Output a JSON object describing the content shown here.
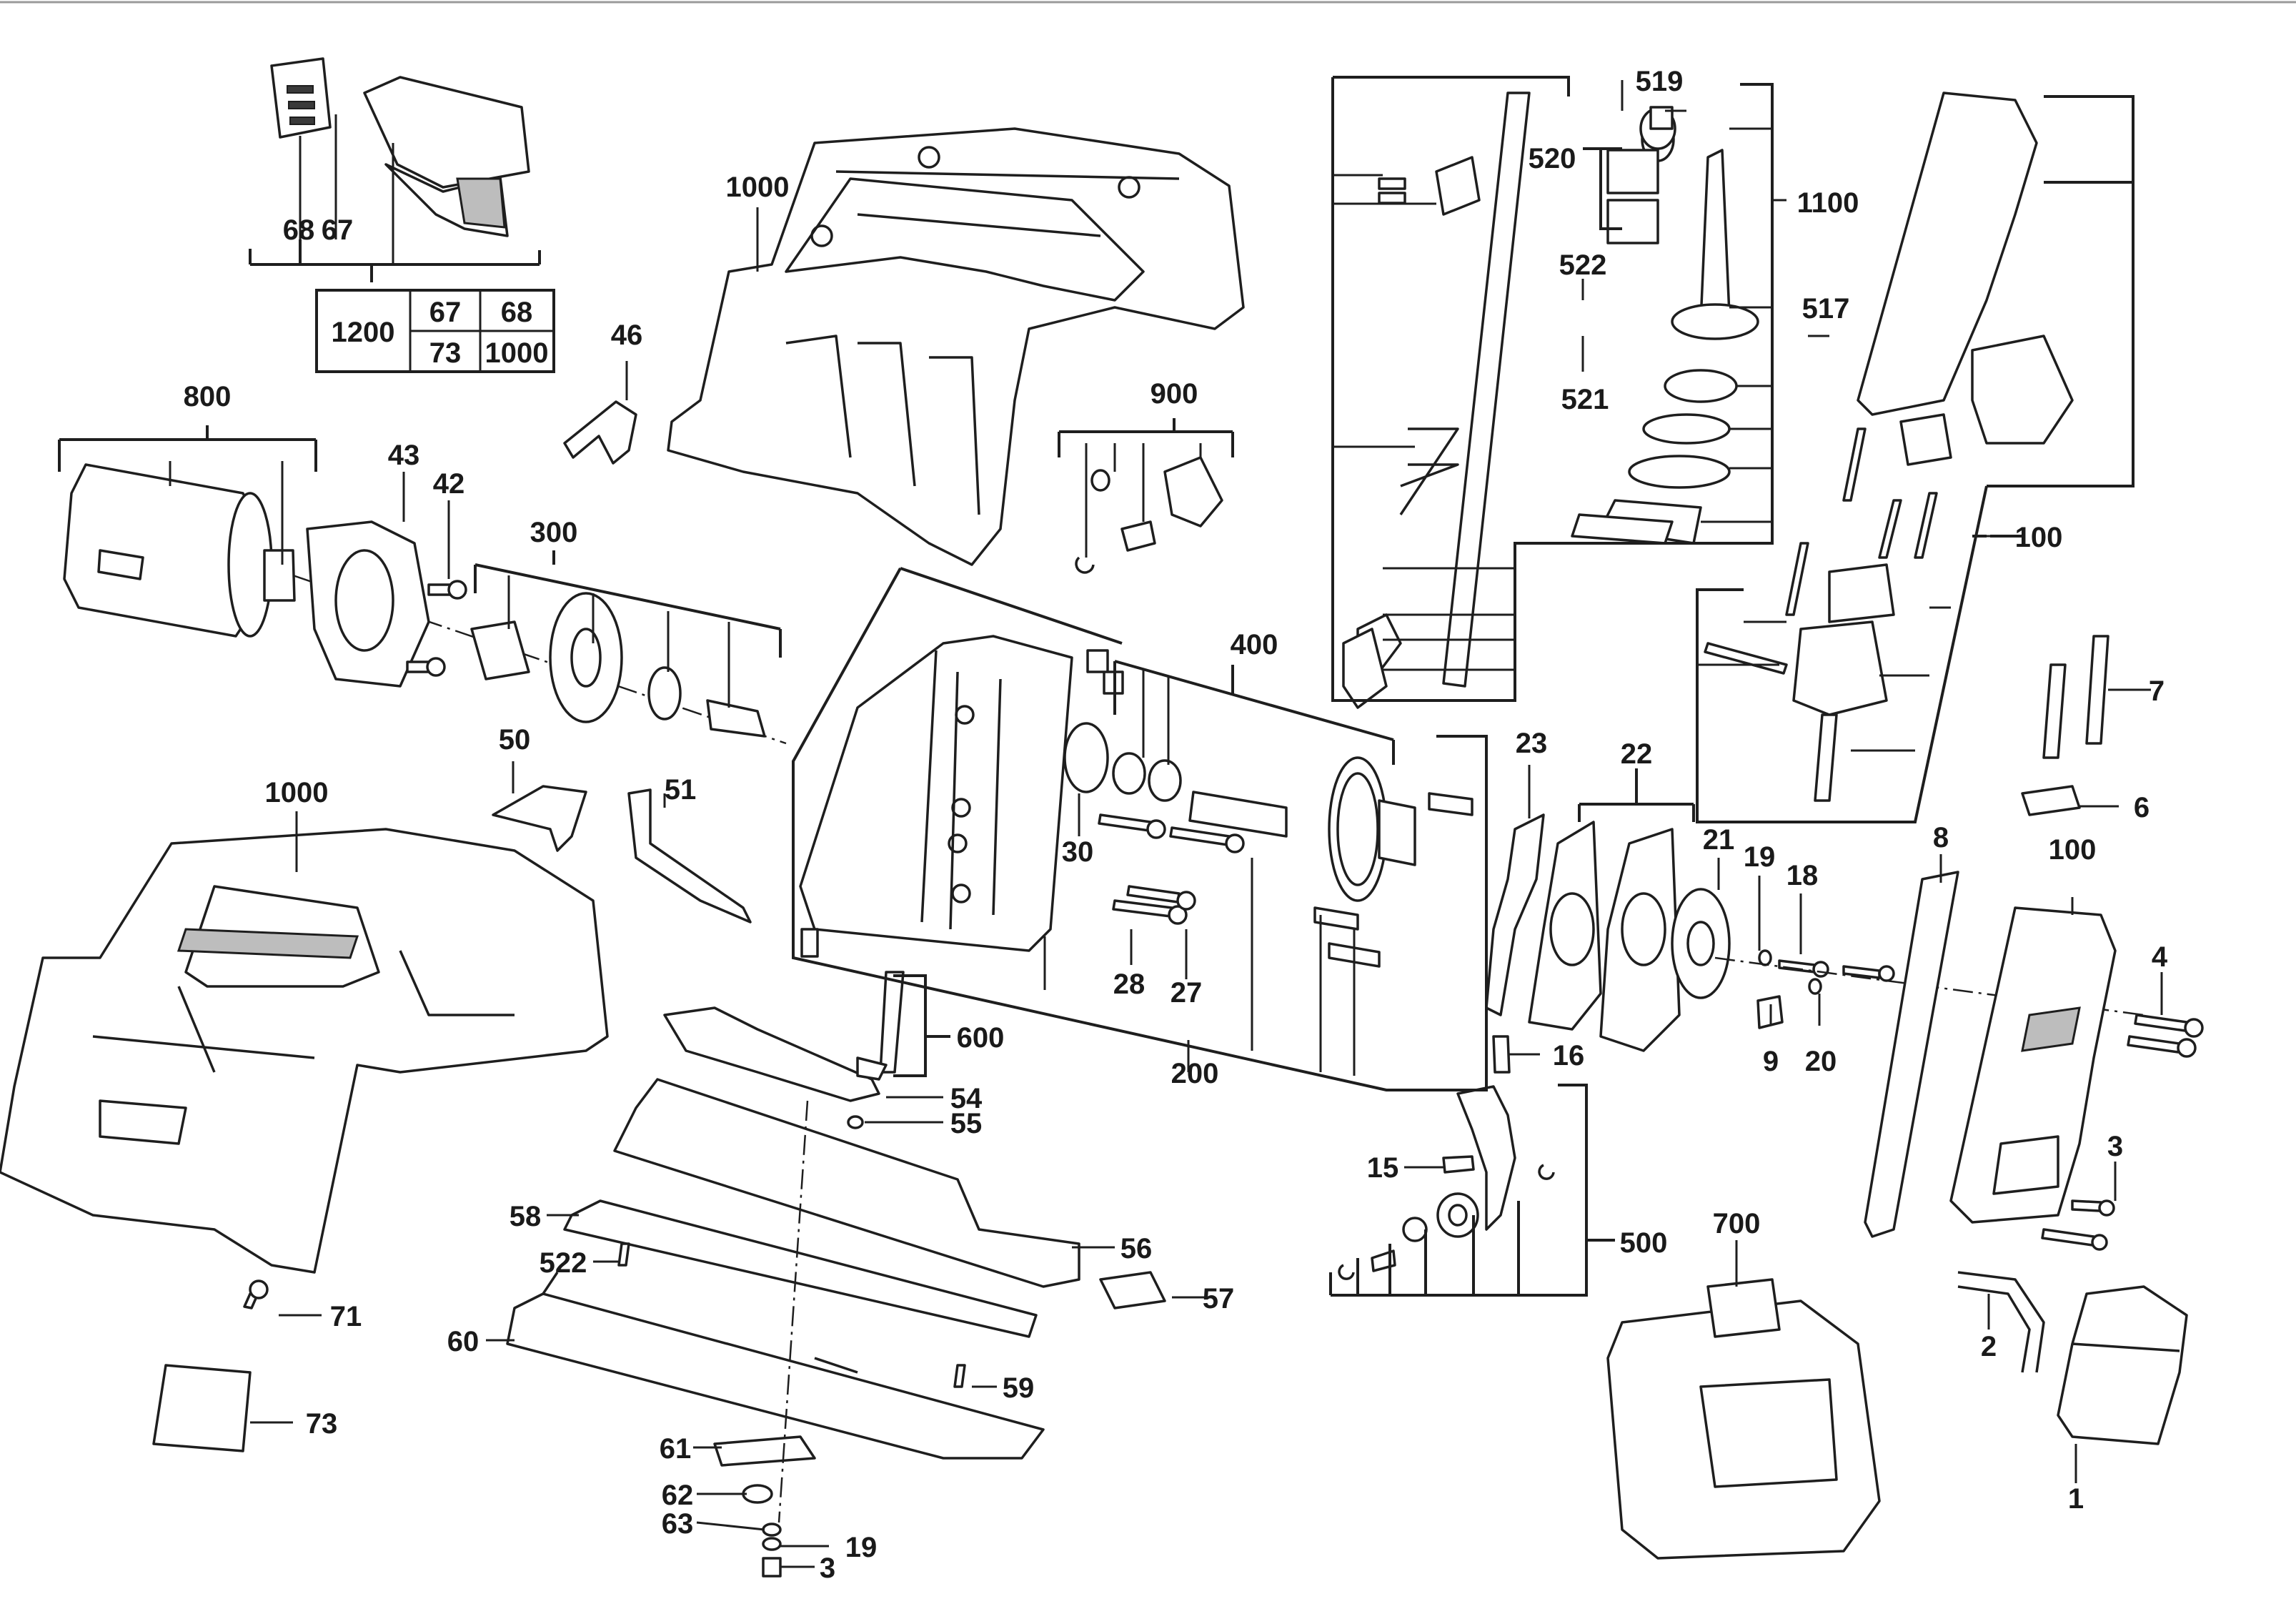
{
  "labels": {
    "p68": "68",
    "p67": "67",
    "p1000_top": "1000",
    "p46": "46",
    "p800": "800",
    "p43": "43",
    "p42": "42",
    "p300": "300",
    "p900": "900",
    "p400": "400",
    "p50": "50",
    "p51": "51",
    "p1000_lower": "1000",
    "p30": "30",
    "p28": "28",
    "p27": "27",
    "p200": "200",
    "p23": "23",
    "p22": "22",
    "p21": "21",
    "p19": "19",
    "p18": "18",
    "p9": "9",
    "p20": "20",
    "p16": "16",
    "p15": "15",
    "p500": "500",
    "p519": "519",
    "p520": "520",
    "p1100": "1100",
    "p522_top": "522",
    "p521": "521",
    "p517": "517",
    "p100_mid": "100",
    "p7": "7",
    "p6": "6",
    "p8": "8",
    "p100_bottom": "100",
    "p4": "4",
    "p3": "3",
    "p2": "2",
    "p1": "1",
    "p700": "700",
    "p600": "600",
    "p54": "54",
    "p55": "55",
    "p58": "58",
    "p522_lower": "522",
    "p56": "56",
    "p57": "57",
    "p60": "60",
    "p59": "59",
    "p61": "61",
    "p62": "62",
    "p63": "63",
    "p19_lower": "19",
    "p3_lower": "3",
    "p71": "71",
    "p73": "73"
  },
  "table": {
    "c1200": "1200",
    "c67": "67",
    "c68": "68",
    "c73": "73",
    "c1000": "1000"
  }
}
